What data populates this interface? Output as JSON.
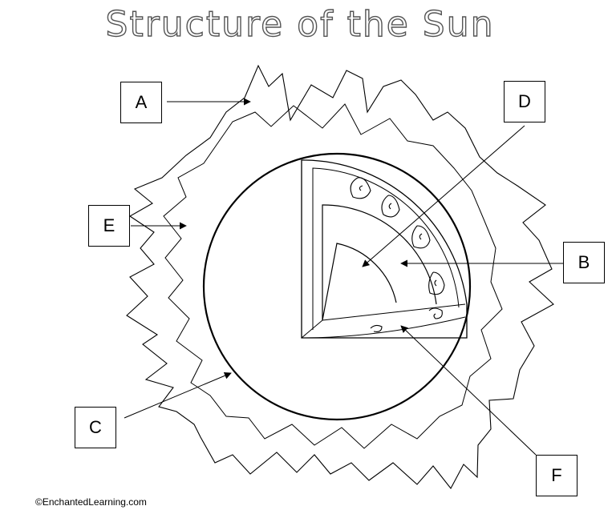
{
  "title": "Structure of the Sun",
  "labels": [
    "A",
    "B",
    "C",
    "D",
    "E",
    "F"
  ],
  "credit": "©EnchantedLearning.com"
}
